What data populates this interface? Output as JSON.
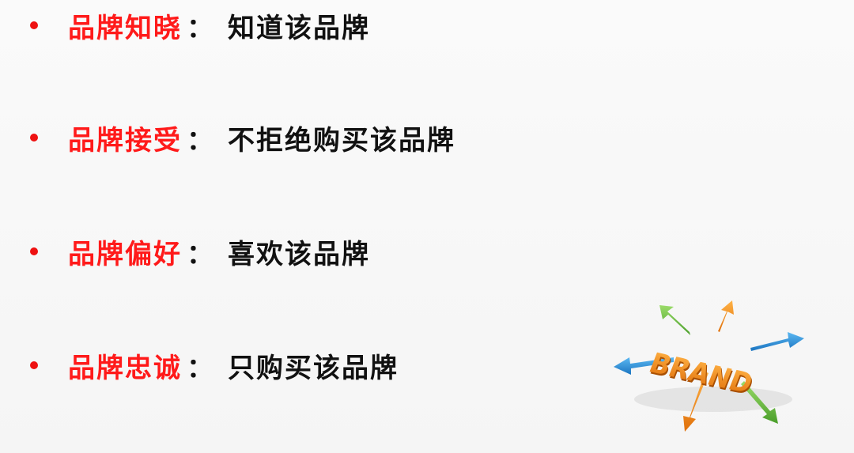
{
  "slide": {
    "items": [
      {
        "term": "品牌知晓",
        "colon": "：",
        "desc": "知道该品牌"
      },
      {
        "term": "品牌接受",
        "colon": "：",
        "desc": "不拒绝购买该品牌"
      },
      {
        "term": "品牌偏好",
        "colon": "：",
        "desc": "喜欢该品牌"
      },
      {
        "term": "品牌忠诚",
        "colon": "：",
        "desc": "只购买该品牌"
      }
    ],
    "illustration": {
      "word": "BRAND",
      "icon": "brand-arrows-illustration",
      "colors": {
        "term": "#ff1a1a",
        "bullet": "#ee1111",
        "text": "#111111",
        "brand_orange": "#f08a1c",
        "arrow_orange": "#f07a14",
        "arrow_blue": "#2a8fd6",
        "arrow_green": "#6cc04a"
      }
    }
  }
}
